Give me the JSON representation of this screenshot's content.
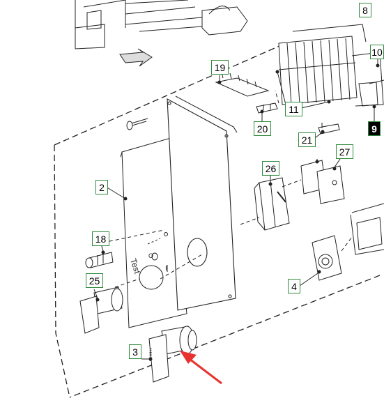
{
  "callouts": {
    "c2": "2",
    "c3": "3",
    "c4": "4",
    "c8": "8",
    "c9": "9",
    "c10": "10",
    "c11": "11",
    "c18": "18",
    "c19": "19",
    "c20": "20",
    "c21": "21",
    "c25": "25",
    "c26": "26",
    "c27": "27"
  },
  "panel_marks": {
    "test_label": "Test",
    "zero_label": "O",
    "one_label": "I"
  },
  "colors": {
    "callout_border": "#2e8b3a",
    "highlight_arrow": "#e8332f",
    "line": "#222222",
    "highlighted_callout_fill": "#000000"
  },
  "icons": {
    "pointer": "red-arrow-icon"
  }
}
